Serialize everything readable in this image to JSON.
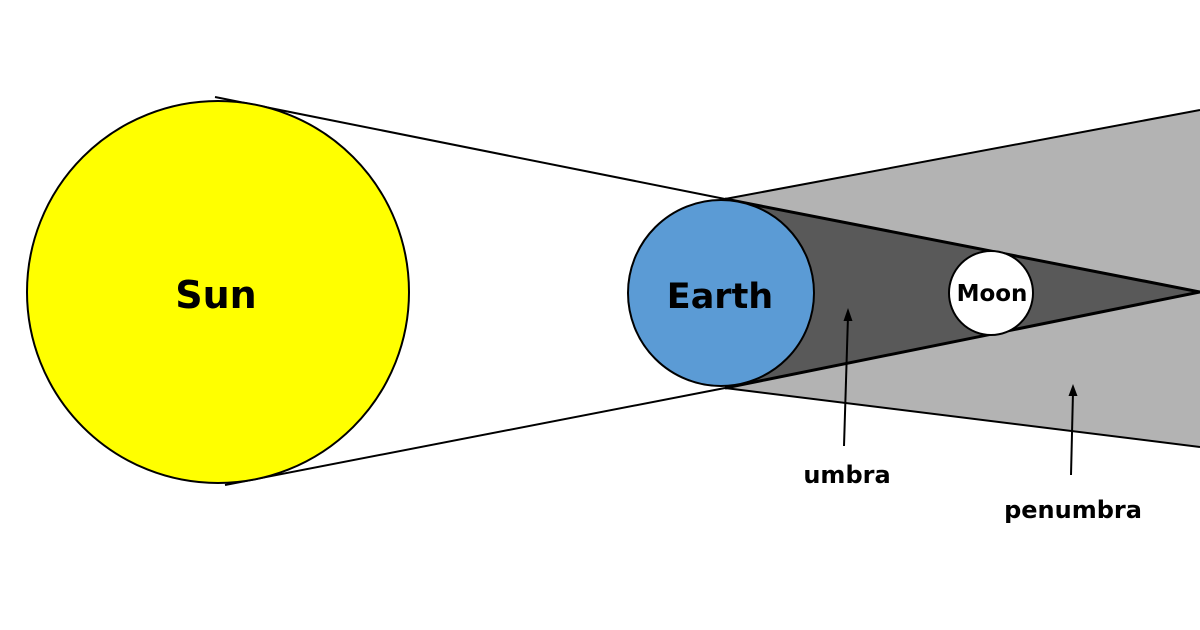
{
  "labels": {
    "sun": "Sun",
    "earth": "Earth",
    "moon": "Moon",
    "umbra": "umbra",
    "penumbra": "penumbra"
  },
  "colors": {
    "sun": "#ffff00",
    "earth": "#5b9bd5",
    "moon": "#ffffff",
    "umbra": "#595959",
    "penumbra": "#b3b3b3",
    "outline": "#000000",
    "background": "#ffffff"
  }
}
